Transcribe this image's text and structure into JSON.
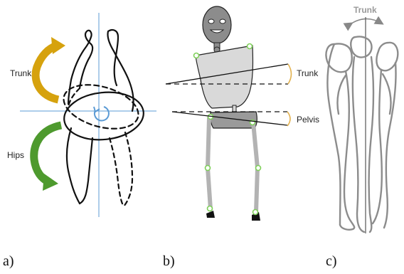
{
  "panels": {
    "a": {
      "label": "a)",
      "trunk_label": "Trunk",
      "hips_label": "Hips",
      "colors": {
        "trunk_arrow": "#d6a20e",
        "hips_arrow": "#4e9a2e",
        "axes": "#5b9bd5",
        "rotation_icon": "#5b9bd5"
      }
    },
    "b": {
      "label": "b)",
      "trunk_label": "Trunk",
      "pelvis_label": "Pelvis",
      "colors": {
        "body_fill": "#d9d9d9",
        "head_fill": "#8c8c8c",
        "legs": "#b3b3b3",
        "joint_marker": "#7fd05a",
        "angle_brace": "#e3b24f"
      }
    },
    "c": {
      "label": "c)",
      "trunk_label": "Trunk",
      "colors": {
        "outline": "#8c8c8c",
        "axis": "#555555"
      }
    }
  }
}
